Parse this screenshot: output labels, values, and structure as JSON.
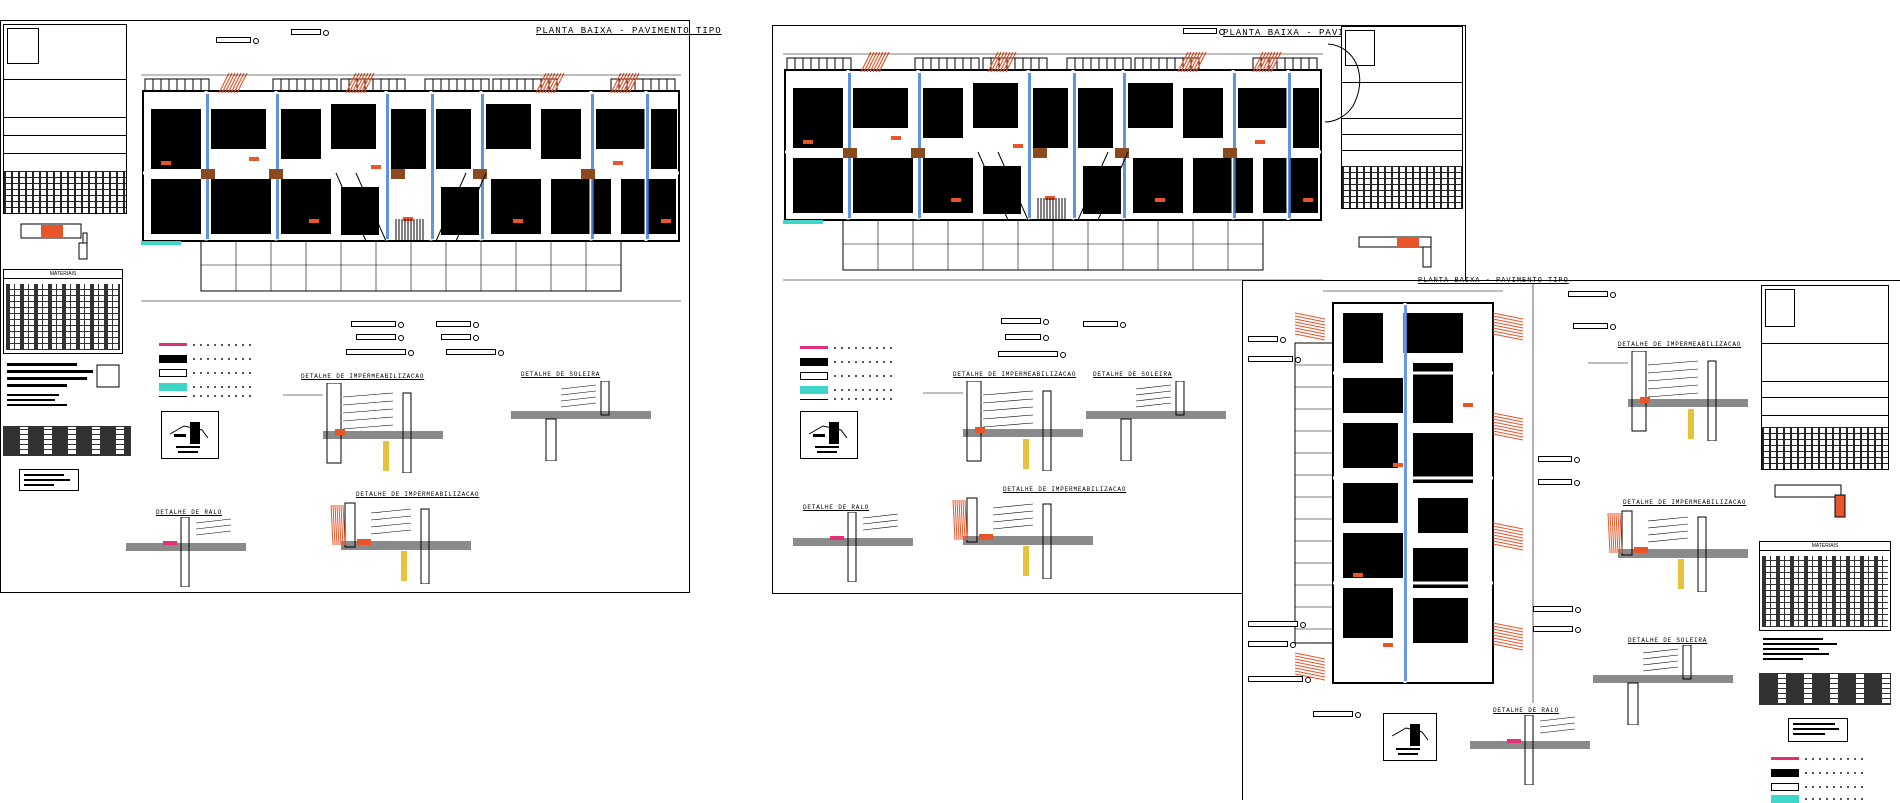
{
  "sheets": [
    {
      "name": "sheet-left",
      "plan_title": "PLANTA BAIXA - PAVIMENTO TIPO",
      "title_block": {
        "header": "",
        "name": "",
        "subtitle": ""
      },
      "details": [
        "DETALHE DE IMPERMEABILIZACAO",
        "DETALHE DE SOLEIRA",
        "DETALHE DE RALO",
        "DETALHE DE IMPERMEABILIZACAO"
      ],
      "materials_title": "MATERIAIS",
      "legend_items": [
        "legend-magenta",
        "legend-black",
        "legend-white",
        "legend-cyan",
        "legend-line"
      ]
    },
    {
      "name": "sheet-center",
      "plan_title": "PLANTA BAIXA - PAVIMENTO TIPO",
      "title_block": {
        "header": "",
        "name": "",
        "subtitle": ""
      },
      "details": [
        "DETALHE DE IMPERMEABILIZACAO",
        "DETALHE DE SOLEIRA",
        "DETALHE DE RALO",
        "DETALHE DE IMPERMEABILIZACAO"
      ],
      "legend_items": [
        "legend-magenta",
        "legend-black",
        "legend-white",
        "legend-cyan",
        "legend-line"
      ]
    },
    {
      "name": "sheet-right",
      "plan_title": "PLANTA BAIXA - PAVIMENTO TIPO",
      "title_block": {
        "header": "",
        "name": "",
        "subtitle": ""
      },
      "details": [
        "DETALHE DE IMPERMEABILIZACAO",
        "DETALHE DE IMPERMEABILIZACAO",
        "DETALHE DE SOLEIRA",
        "DETALHE DE RALO"
      ],
      "materials_title": "MATERIAIS",
      "legend_items": [
        "legend-magenta",
        "legend-black",
        "legend-white",
        "legend-cyan"
      ]
    }
  ],
  "colors": {
    "background": "#ffffff",
    "ink": "#000000",
    "accent_orange": "#e8552a",
    "accent_brown": "#8b4a1e",
    "accent_blue": "#2b6fd8",
    "accent_cyan": "#3dd6c9",
    "accent_magenta": "#e0307a",
    "accent_yellow": "#e8c23a",
    "grey_fill": "#8a8a8a"
  }
}
